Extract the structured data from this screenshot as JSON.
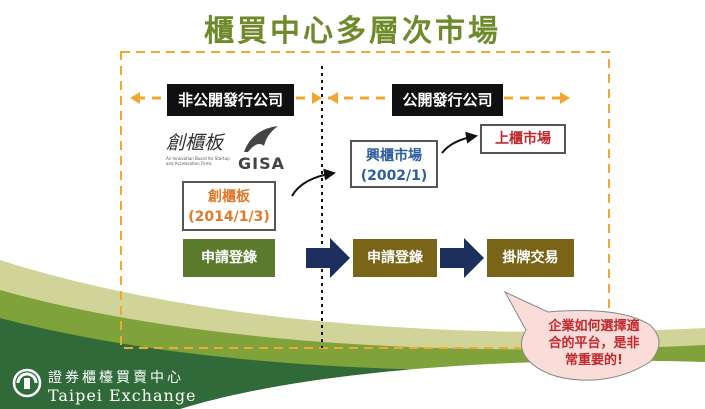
{
  "title": "櫃買中心多層次市場",
  "header_left": "非公開發行公司",
  "header_right": "公開發行公司",
  "gisa_logo": {
    "brand_chars": "創櫃板",
    "wordmark": "GISA",
    "small_text": "An Innovation Board for Startup and Acceleration Firms"
  },
  "box_gisa": {
    "line1": "創櫃板",
    "line2": "(2014/1/3)"
  },
  "box_esm": {
    "line1": "興櫃市場",
    "line2": "(2002/1)"
  },
  "box_otc": {
    "line1": "上櫃市場"
  },
  "step_left": "申請登錄",
  "step_mid": "申請登錄",
  "step_right": "掛牌交易",
  "bubble": {
    "line1": "企業如何選擇適",
    "line2": "合的平台，是非",
    "line3": "常重要的!"
  },
  "org_logo": {
    "chinese": "證券櫃檯買賣中心",
    "english": "Taipei Exchange"
  },
  "colors": {
    "title": "#6e8a2a",
    "header_bg": "#101010",
    "dashed_frame": "#f0a830",
    "gisa_box": "#e07a2a",
    "esm_box": "#2f5e9e",
    "otc_box": "#c0282e",
    "step_green": "#5b7a2c",
    "step_olive": "#7a6418",
    "arrow_navy": "#1b2e5c",
    "bubble_fill": "#fadcd8",
    "bubble_text": "#c0282e"
  }
}
